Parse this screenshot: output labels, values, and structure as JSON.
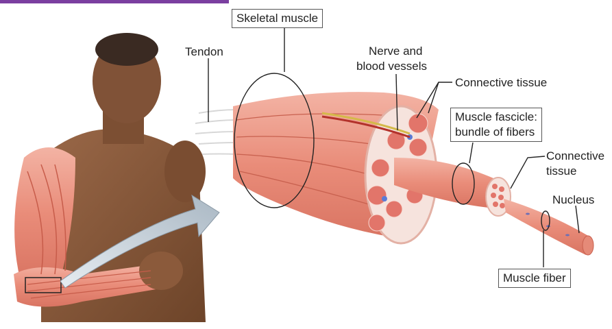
{
  "labels": {
    "skeletal_muscle": "Skeletal muscle",
    "tendon": "Tendon",
    "nerve_line1": "Nerve and",
    "nerve_line2": "blood vessels",
    "connective_tissue_top": "Connective tissue",
    "fascicle_line1": "Muscle fascicle:",
    "fascicle_line2": "bundle of fibers",
    "connective_line1": "Connective",
    "connective_line2": "tissue",
    "nucleus": "Nucleus",
    "muscle_fiber": "Muscle fiber"
  },
  "colors": {
    "accent_bar": "#7b3fa0",
    "muscle": "#e88a78",
    "muscle_dark": "#c9604e",
    "skin": "#8a5a3c",
    "tissue": "#f6e3dd",
    "arrow": "#c8d3dc"
  }
}
